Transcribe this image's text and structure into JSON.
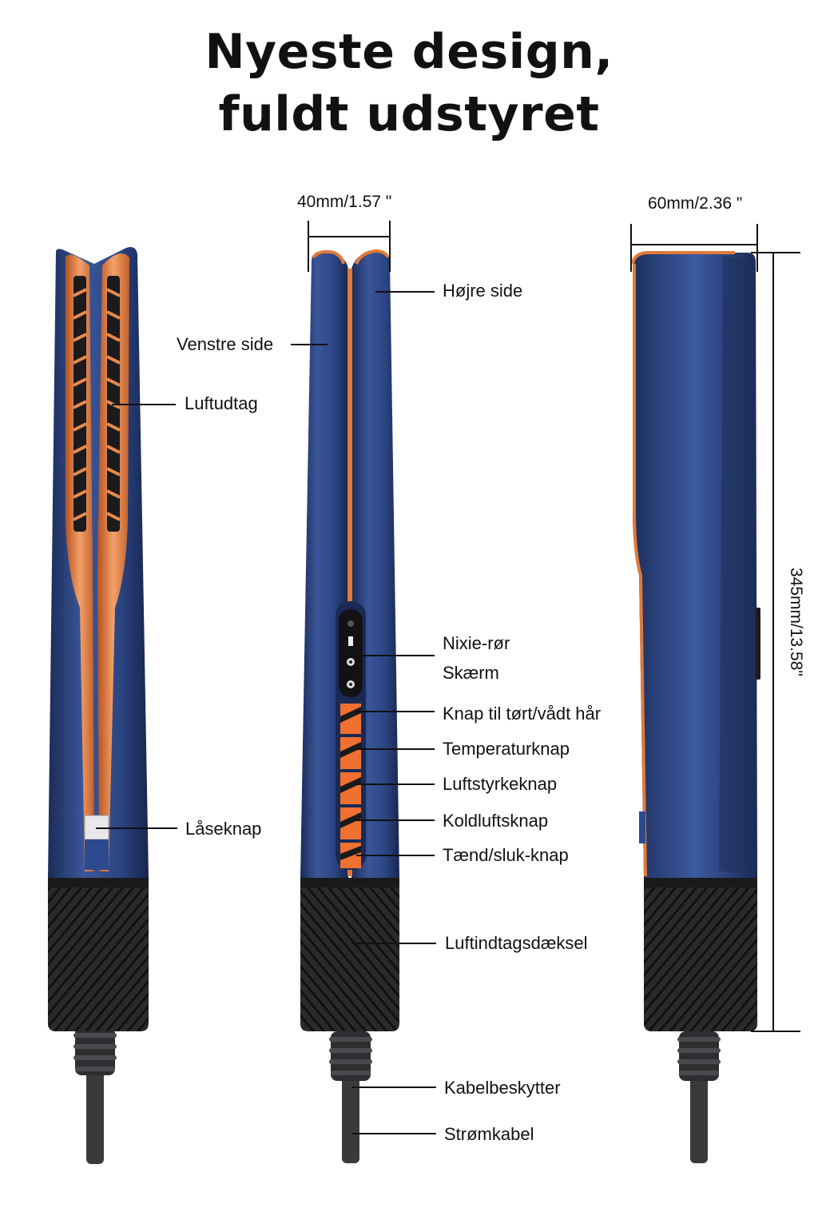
{
  "title": {
    "line1": "Nyeste design,",
    "line2": "fuldt udstyret"
  },
  "dimensions": {
    "width_front": "40mm/1.57 \"",
    "width_side": "60mm/2.36 \"",
    "length": "345mm/13.58\""
  },
  "labels": {
    "left_side": "Venstre side",
    "right_side": "Højre side",
    "air_outlet": "Luftudtag",
    "lock_button": "Låseknap",
    "nixie_tube": "Nixie-rør",
    "screen": "Skærm",
    "dry_wet_button": "Knap til tørt/vådt hår",
    "temperature_button": "Temperaturknap",
    "airflow_button": "Luftstyrkeknap",
    "cold_air_button": "Koldluftsknap",
    "power_button": "Tænd/sluk-knap",
    "air_intake_cover": "Luftindtagsdæksel",
    "cable_protector": "Kabelbeskytter",
    "power_cable": "Strømkabel"
  },
  "colors": {
    "body_blue": "#2f4a8a",
    "body_blue_dark": "#1c2f5e",
    "copper": "#e07a3a",
    "intake_dark": "#2b2b2e",
    "cable": "#3a3a3d"
  }
}
